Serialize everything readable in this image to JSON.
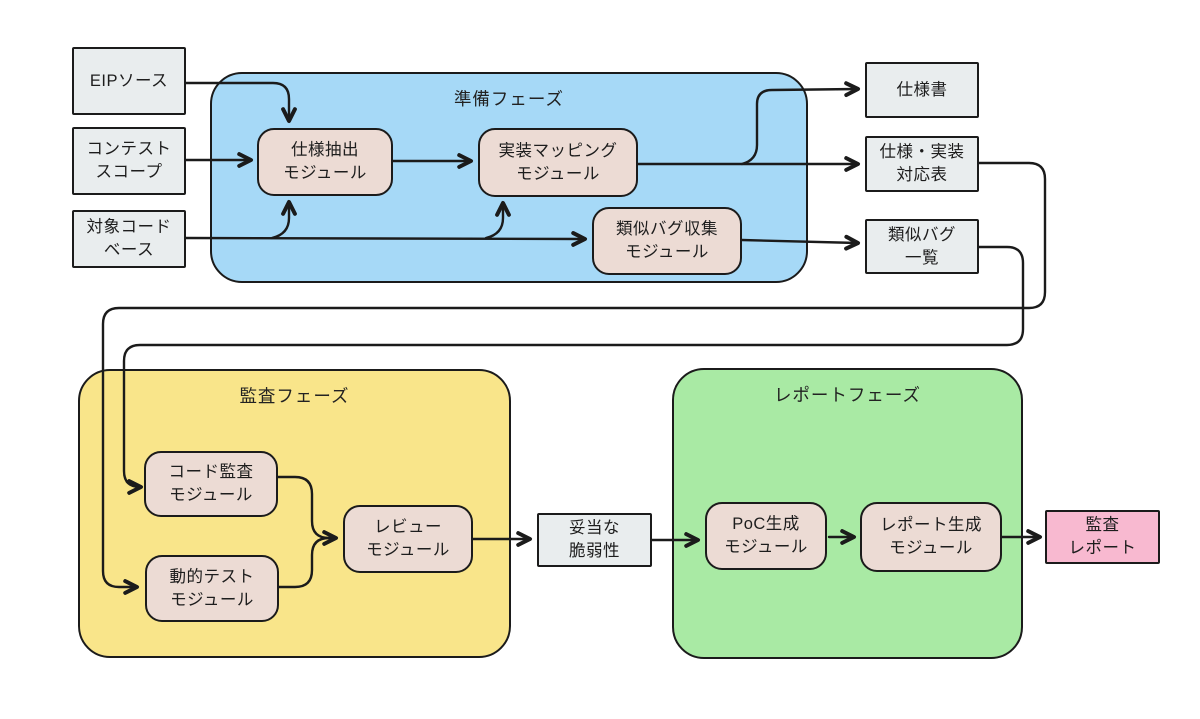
{
  "diagram_title": "",
  "colors": {
    "background": "#ffffff",
    "line": "#1b1b1b",
    "prep_phase_fill": "#a6d9f7",
    "audit_phase_fill": "#f9e58a",
    "report_phase_fill": "#a9eaa4",
    "module_fill": "#ecdbd4",
    "io_fill": "#e9edee",
    "audit_report_fill": "#f8b9d0"
  },
  "nodes": {
    "eip_source": {
      "label": "EIPソース"
    },
    "contest_scope": {
      "label": "コンテスト\nスコープ"
    },
    "target_codebase": {
      "label": "対象コード\nベース"
    },
    "prep_phase": {
      "label": "準備フェーズ"
    },
    "spec_extract": {
      "label": "仕様抽出\nモジュール"
    },
    "impl_mapping": {
      "label": "実装マッピング\nモジュール"
    },
    "similar_bug_collect": {
      "label": "類似バグ収集\nモジュール"
    },
    "spec_doc": {
      "label": "仕様書"
    },
    "spec_impl_table": {
      "label": "仕様・実装\n対応表"
    },
    "similar_bug_list": {
      "label": "類似バグ\n一覧"
    },
    "audit_phase": {
      "label": "監査フェーズ"
    },
    "code_audit": {
      "label": "コード監査\nモジュール"
    },
    "dynamic_test": {
      "label": "動的テスト\nモジュール"
    },
    "review": {
      "label": "レビュー\nモジュール"
    },
    "valid_vuln": {
      "label": "妥当な\n脆弱性"
    },
    "report_phase": {
      "label": "レポートフェーズ"
    },
    "poc_gen": {
      "label": "PoC生成\nモジュール"
    },
    "report_gen": {
      "label": "レポート生成\nモジュール"
    },
    "audit_report": {
      "label": "監査\nレポート"
    }
  },
  "edges": [
    {
      "from": "eip_source",
      "to": "spec_extract"
    },
    {
      "from": "contest_scope",
      "to": "spec_extract"
    },
    {
      "from": "target_codebase",
      "to": "spec_extract"
    },
    {
      "from": "target_codebase",
      "to": "impl_mapping"
    },
    {
      "from": "target_codebase",
      "to": "similar_bug_collect"
    },
    {
      "from": "spec_extract",
      "to": "impl_mapping"
    },
    {
      "from": "impl_mapping",
      "to": "spec_doc"
    },
    {
      "from": "impl_mapping",
      "to": "spec_impl_table"
    },
    {
      "from": "similar_bug_collect",
      "to": "similar_bug_list"
    },
    {
      "from": "spec_impl_table",
      "to": "dynamic_test"
    },
    {
      "from": "similar_bug_list",
      "to": "code_audit"
    },
    {
      "from": "code_audit",
      "to": "review"
    },
    {
      "from": "dynamic_test",
      "to": "review"
    },
    {
      "from": "review",
      "to": "valid_vuln"
    },
    {
      "from": "valid_vuln",
      "to": "poc_gen"
    },
    {
      "from": "poc_gen",
      "to": "report_gen"
    },
    {
      "from": "report_gen",
      "to": "audit_report"
    }
  ]
}
